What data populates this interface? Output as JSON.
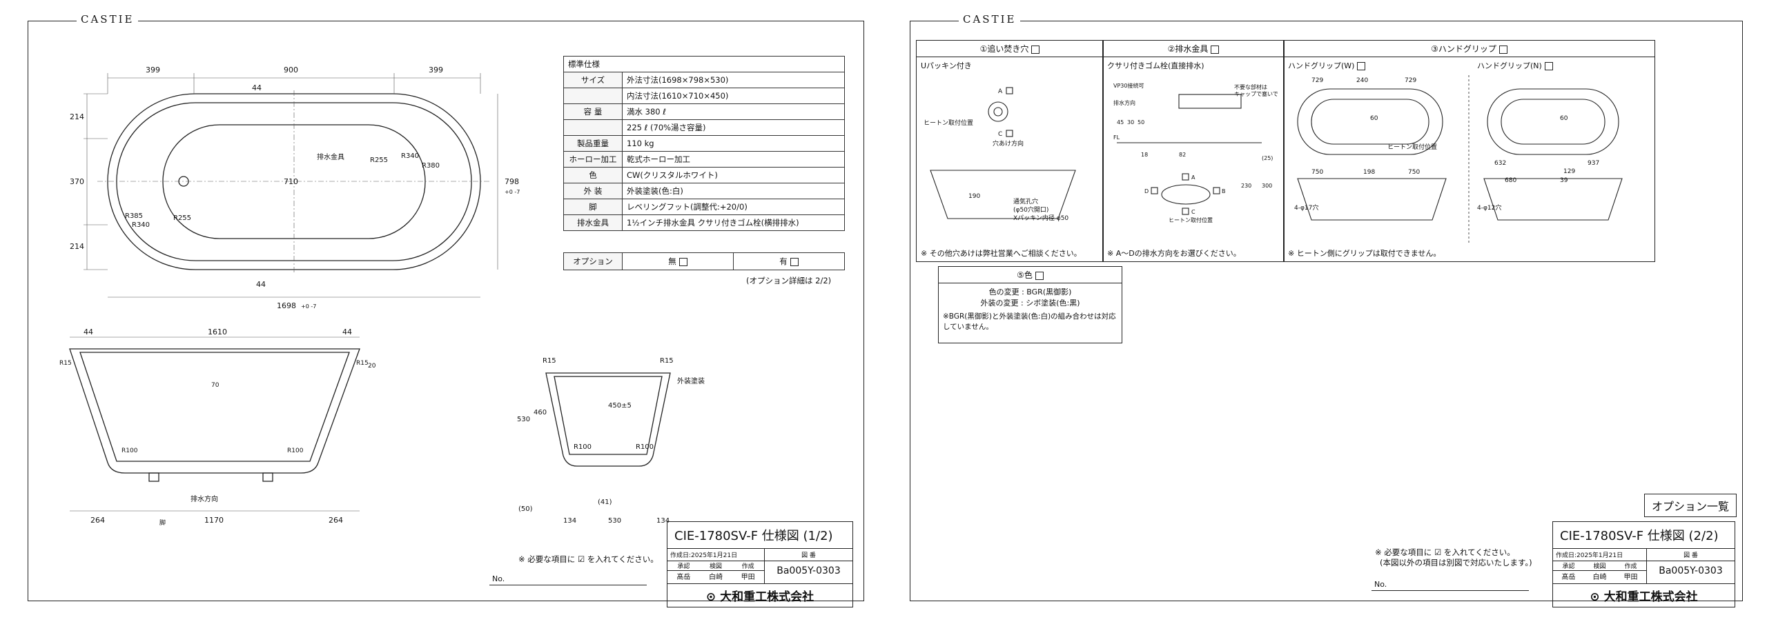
{
  "sheet1": {
    "brand": "CASTIE",
    "plan_dims": {
      "top_left": "399",
      "top_mid": "900",
      "top_right": "399",
      "left_a": "214",
      "left_b": "370",
      "left_c": "214",
      "total_w": "1698",
      "total_w_tol": "+0 -7",
      "total_h": "798",
      "total_h_tol": "+0 -7",
      "inner_h": "710",
      "r385": "R385",
      "r340a": "R340",
      "r255a": "R255",
      "r255b": "R255",
      "r340b": "R340",
      "r380": "R380",
      "drain": "排水金具",
      "top44": "44",
      "bot44": "44"
    },
    "elev_dims": {
      "left44": "44",
      "mid1610": "1610",
      "right44": "44",
      "r15a": "R15",
      "r15b": "R15",
      "d20": "20",
      "d70": "70",
      "r100a": "R100",
      "r100b": "R100",
      "b264a": "264",
      "b1170": "1170",
      "b264b": "264",
      "drain_dir": "排水方向",
      "foot": "脚"
    },
    "side_dims": {
      "r15a": "R15",
      "r15b": "R15",
      "ext": "外装塗装",
      "h530": "530",
      "h460": "460",
      "h450": "450±5",
      "r100a": "R100",
      "r100b": "R100",
      "d50": "(50)",
      "d41": "(41)",
      "b134a": "134",
      "b530": "530",
      "b134b": "134"
    },
    "spec_title": "標準仕様",
    "spec": [
      {
        "label": "サイズ",
        "value": "外法寸法(1698×798×530)"
      },
      {
        "label": "",
        "value": "内法寸法(1610×710×450)"
      },
      {
        "label": "容 量",
        "value": "満水 380 ℓ"
      },
      {
        "label": "",
        "value": "225 ℓ (70%湯さ容量)"
      },
      {
        "label": "製品重量",
        "value": "110 kg"
      },
      {
        "label": "ホーロー加工",
        "value": "乾式ホーロー加工"
      },
      {
        "label": "色",
        "value": "CW(クリスタルホワイト)"
      },
      {
        "label": "外 装",
        "value": "外装塗装(色:白)"
      },
      {
        "label": "脚",
        "value": "レベリングフット(調整代:+20/0)"
      },
      {
        "label": "排水金具",
        "value": "1½インチ排水金具 クサリ付きゴム栓(横排排水)"
      }
    ],
    "option_label": "オプション",
    "option_none": "無",
    "option_yes": "有",
    "option_note": "(オプション詳細は 2/2)",
    "check_note": "※ 必要な項目に ☑ を入れてください。",
    "no_label": "No.",
    "title": "CIE-1780SV-F 仕様図 (1/2)",
    "created": "作成日:2025年1月21日",
    "drawing_no_label": "図 番",
    "roles": [
      "承認",
      "検図",
      "作成"
    ],
    "signers": [
      "髙岳",
      "白崎",
      "甲田"
    ],
    "drawing_no": "Ba005Y-0303",
    "company": "⊙ 大和重工株式会社"
  },
  "sheet2": {
    "brand": "CASTIE",
    "p1_title": "①追い焚き穴",
    "p1_sub": "Uパッキン付き",
    "p1_labels": {
      "a": "A",
      "c": "C",
      "heater": "ヒートン取付位置",
      "hole_dir": "穴あけ方向",
      "d190": "190",
      "drill": "通気孔穴",
      "drill2": "(φ50穴開口)",
      "packing": "Xパッキン内径 φ50"
    },
    "p1_note": "※ その他穴あけは弊社営業へご相談ください。",
    "p2_title": "②排水金具",
    "p2_sub": "クサリ付きゴム栓(直接排水)",
    "p2_labels": {
      "vp": "VP30接続可",
      "dir": "排水方向",
      "fl": "FL",
      "keep": "不要な部材は",
      "keep2": "キャップで塞いで",
      "d18": "18",
      "d82": "82",
      "d25": "(25)",
      "d230": "230",
      "d300": "300",
      "h": "ヒートン取付位置",
      "a": "A",
      "b": "B",
      "c": "C",
      "d": "D",
      "d45": "45",
      "d30": "30",
      "d50": "50"
    },
    "p2_note": "※ A～Dの排水方向をお選びください。",
    "p3_title": "③ハンドグリップ",
    "p3_sub_w": "ハンドグリップ(W)",
    "p3_sub_n": "ハンドグリップ(N)",
    "p3_w": {
      "a": "729",
      "b": "240",
      "c": "729",
      "d": "60",
      "e": "750",
      "f": "198",
      "g": "750",
      "h": "4-φ17穴",
      "i": "ヒートン取付位置"
    },
    "p3_n": {
      "a": "632",
      "b": "937",
      "c": "129",
      "d": "60",
      "e": "680",
      "f": "39",
      "g": "4-φ12穴"
    },
    "p3_note": "※ ヒートン側にグリップは取付できません。",
    "p5_title": "⑤色",
    "p5_lines": [
      "色の変更 : BGR(黒御影)",
      "外装の変更 : シボ塗装(色:黒)"
    ],
    "p5_note": "※BGR(黒御影)と外装塗装(色:白)の組み合わせは対応していません。",
    "optlist": "オプション一覧",
    "check_note": "※ 必要な項目に ☑ を入れてください。",
    "check_note2": "(本図以外の項目は別図で対応いたします。)",
    "no_label": "No.",
    "title": "CIE-1780SV-F 仕様図 (2/2)",
    "created": "作成日:2025年1月21日",
    "drawing_no_label": "図 番",
    "roles": [
      "承認",
      "検図",
      "作成"
    ],
    "signers": [
      "髙岳",
      "白崎",
      "甲田"
    ],
    "drawing_no": "Ba005Y-0303",
    "company": "⊙ 大和重工株式会社"
  }
}
